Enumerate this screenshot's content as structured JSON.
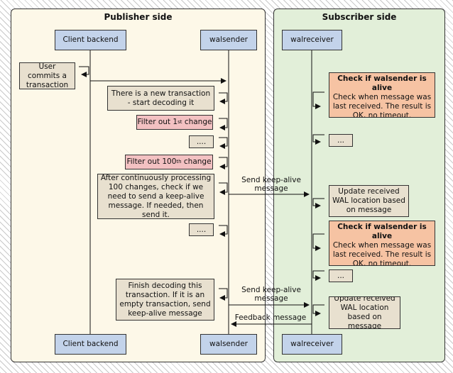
{
  "publisher": {
    "title": "Publisher side",
    "client_backend": "Client backend",
    "walsender": "walsender"
  },
  "subscriber": {
    "title": "Subscriber side",
    "walreceiver": "walreceiver"
  },
  "notes": {
    "user_commits": "User commits a transaction",
    "new_transaction": "There is a new transaction - start decoding it",
    "filter_1": {
      "pre": "Filter out 1",
      "sup": "st",
      "post": " change"
    },
    "ellipsis": "....",
    "filter_100": {
      "pre": "Filter out 100",
      "sup": "th",
      "post": " change"
    },
    "after_processing": "After continuously processing 100 changes, check if we need to send a keep-alive message. If needed, then send it.",
    "finish_decoding": "Finish decoding this transaction. If it is an empty transaction, send keep-alive message"
  },
  "subscriber_notes": {
    "check_alive_title": "Check if walsender is alive",
    "check_alive_body": "Check when message was last received. The result is OK, no timeout.",
    "small_ellipsis": "...",
    "update_location_1": "Update received WAL location based on message",
    "update_location_2": "Update received WAL location based on message"
  },
  "messages": {
    "keep_alive": "Send keep-alive message",
    "feedback": "Feedback message"
  },
  "colors": {
    "publisher_bg": "#fdf8e8",
    "subscriber_bg": "#e2efd9",
    "participant": "#c3d3ea",
    "note": "#e8e0cf",
    "filter": "#f3c1c2",
    "alert": "#f6c3a3"
  }
}
